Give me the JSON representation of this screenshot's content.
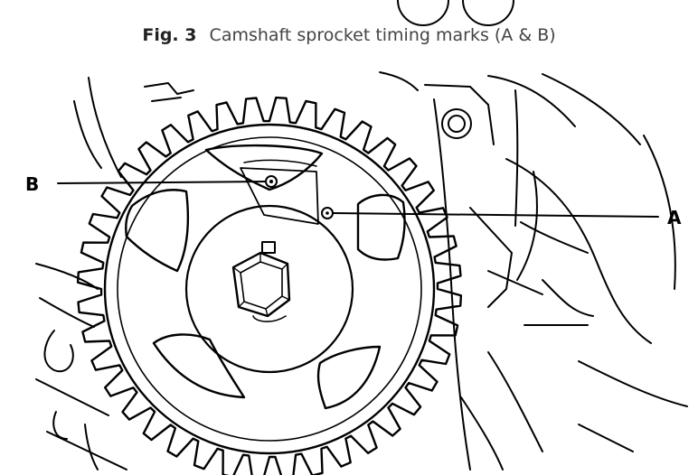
{
  "caption": {
    "figure_number": "Fig. 3",
    "text": "Camshaft sprocket timing marks (A & B)"
  },
  "callouts": {
    "b": "B",
    "a": "A"
  },
  "sprocket": {
    "tooth_count": 40
  }
}
